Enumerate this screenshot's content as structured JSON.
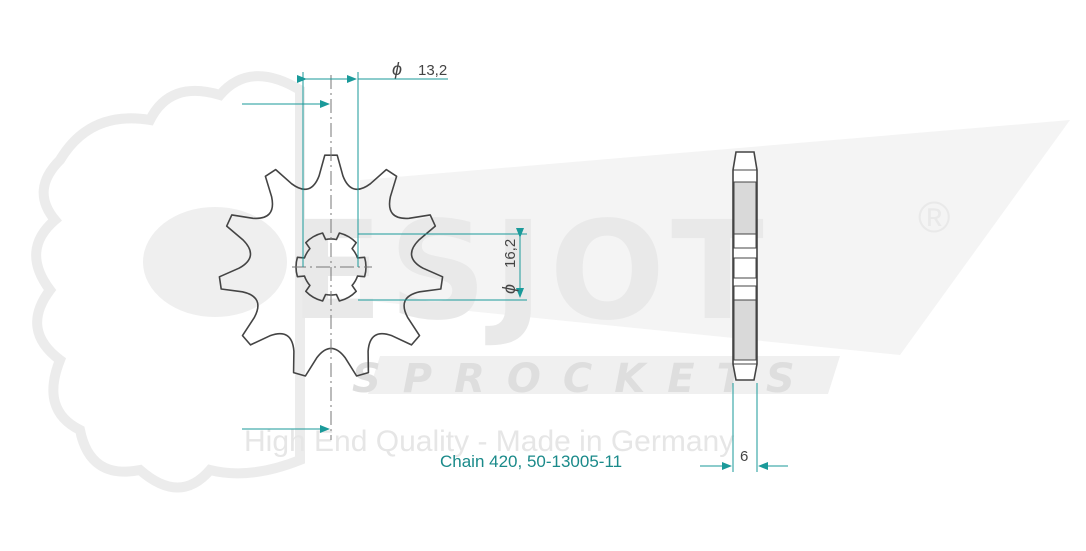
{
  "watermark": {
    "brand": "ESJOT",
    "registered": "®",
    "sub": "SPROCKETS",
    "tagline": "High End Quality - Made in Germany",
    "color": "#e9e9e9"
  },
  "dimensions": {
    "bore_symbol": "ϕ",
    "bore_value": "13,2",
    "spline_symbol": "ϕ",
    "spline_value": "16,2",
    "thickness_value": "6"
  },
  "caption": "Chain 420, 50-13005-11",
  "colors": {
    "outline": "#444444",
    "dimension": "#1a9a9a",
    "caption": "#1a8a8a"
  }
}
